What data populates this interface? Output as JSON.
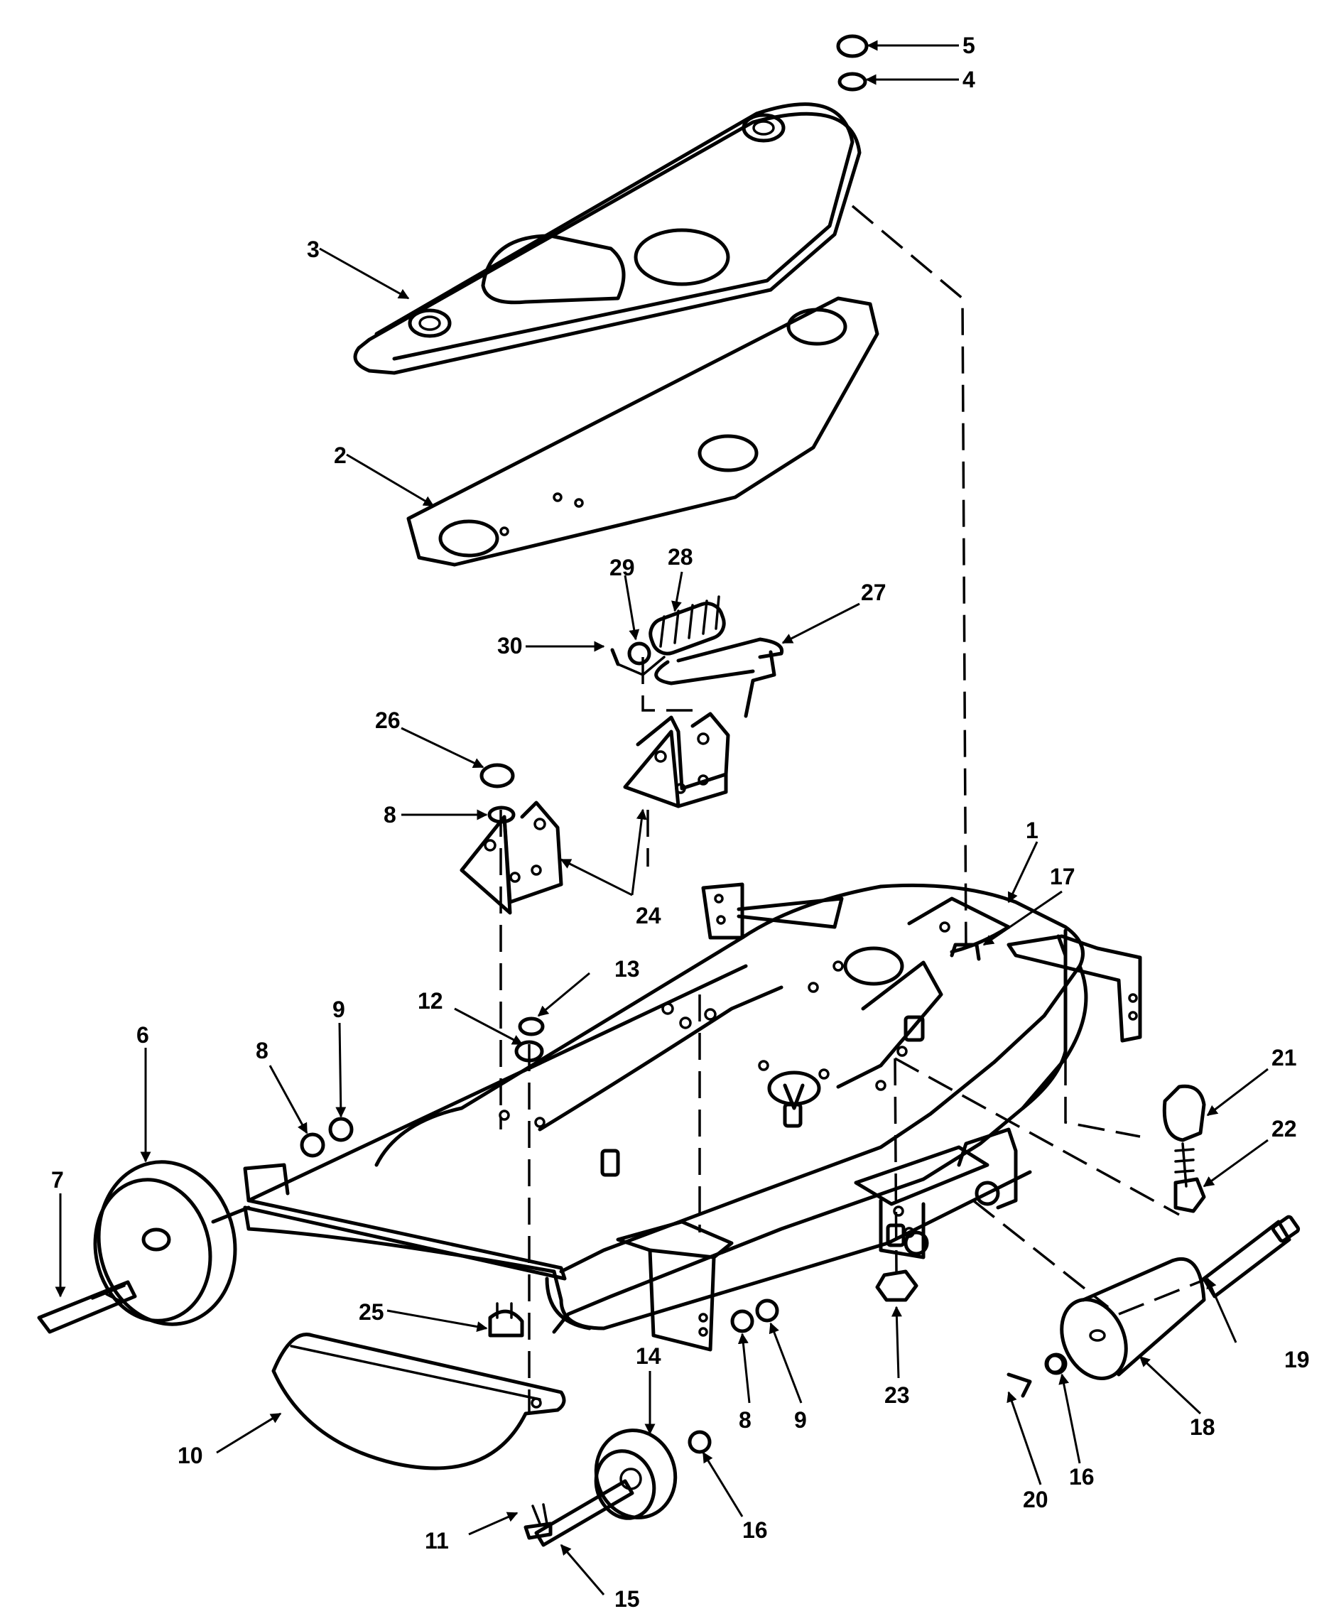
{
  "callouts": {
    "n1": "1",
    "n2": "2",
    "n3": "3",
    "n4": "4",
    "n5": "5",
    "n6": "6",
    "n7": "7",
    "n8a": "8",
    "n8b": "8",
    "n8c": "8",
    "n9a": "9",
    "n9b": "9",
    "n10": "10",
    "n11": "11",
    "n12": "12",
    "n13": "13",
    "n14": "14",
    "n15": "15",
    "n16a": "16",
    "n16b": "16",
    "n17": "17",
    "n18": "18",
    "n19": "19",
    "n20": "20",
    "n21": "21",
    "n22": "22",
    "n23": "23",
    "n24": "24",
    "n25": "25",
    "n26": "26",
    "n27": "27",
    "n28": "28",
    "n29": "29",
    "n30": "30"
  },
  "icons": {
    "arrowhead": "arrowhead-icon"
  }
}
